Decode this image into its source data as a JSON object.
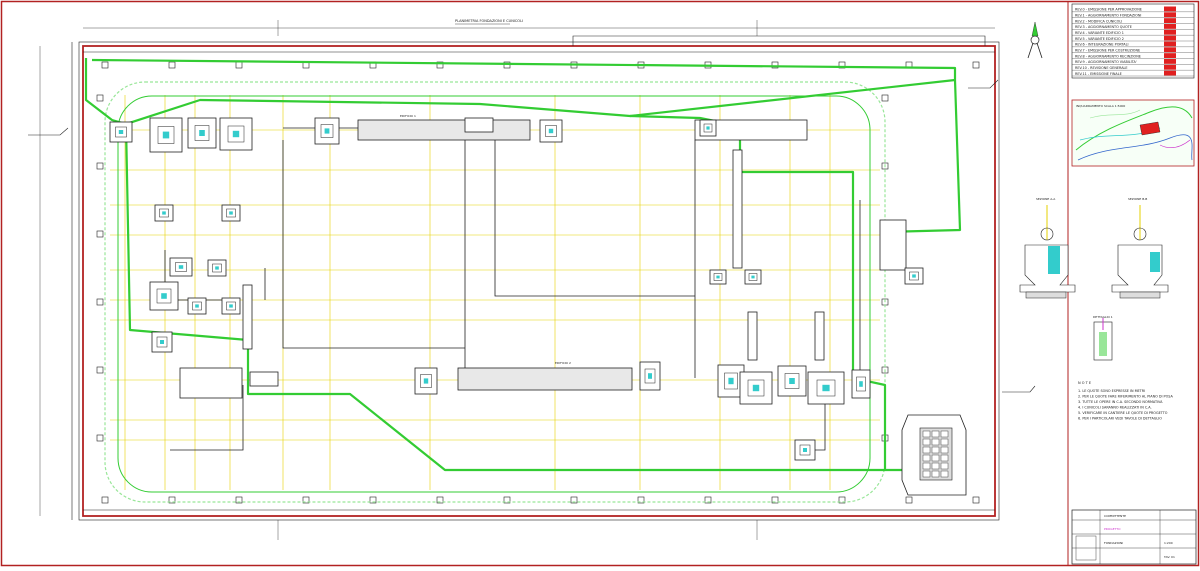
{
  "drawing": {
    "sheet_title": "PLANIMETRIA FONDAZIONI E CUNICOLI",
    "labels": {
      "building_1": "EDIFICIO 1",
      "building_2": "EDIFICIO 2",
      "section_aa": "SEZIONE A-A",
      "section_bb": "SEZIONE B-B",
      "detail_1": "DETTAGLIO 1",
      "notes_title": "N O T E",
      "location_title": "INQUADRAMENTO SCALA 1:5000"
    },
    "notes": [
      "1. LE QUOTE SONO ESPRESSE IN METRI",
      "2. PER LE QUOTE FARE RIFERIMENTO AL PIANO DI POSA",
      "3. TUTTE LE OPERE IN C.A. SECONDO NORMATIVA",
      "4. I CUNICOLI SARANNO REALIZZATI IN C.A.",
      "5. VERIFICARE IN CANTIERE LE QUOTE DI PROGETTO",
      "6. PER I PARTICOLARI VEDI TAVOLE DI DETTAGLIO"
    ],
    "revision_rows": [
      "REV.0 - EMISSIONE PER APPROVAZIONE",
      "REV.1 - AGGIORNAMENTO FONDAZIONI",
      "REV.2 - MODIFICA CUNICOLI",
      "REV.3 - AGGIORNAMENTO QUOTE",
      "REV.4 - VARIANTE EDIFICIO 1",
      "REV.5 - VARIANTE EDIFICIO 2",
      "REV.6 - INTEGRAZIONE PORTALI",
      "REV.7 - EMISSIONE PER COSTRUZIONE",
      "REV.8 - AGGIORNAMENTO RECINZIONE",
      "REV.9 - AGGIORNAMENTO VIABILITA'",
      "REV.10 - REVISIONE GENERALE",
      "REV.11 - EMISSIONE FINALE"
    ],
    "title_block": {
      "client": "COMMITTENTE",
      "project": "PROGETTO",
      "title": "FONDAZIONI",
      "scale": "1:200",
      "sheet_no": "TAV. 01"
    },
    "colors": {
      "border": "#b22222",
      "cable_tray": "#33cc33",
      "road": "#99e699",
      "grid": "#e6d100",
      "lines": "#222222",
      "water": "#33cccc",
      "magenta": "#cc33cc",
      "red_cell": "#e02020"
    },
    "icons": {
      "north_arrow": "north-arrow-icon"
    }
  }
}
